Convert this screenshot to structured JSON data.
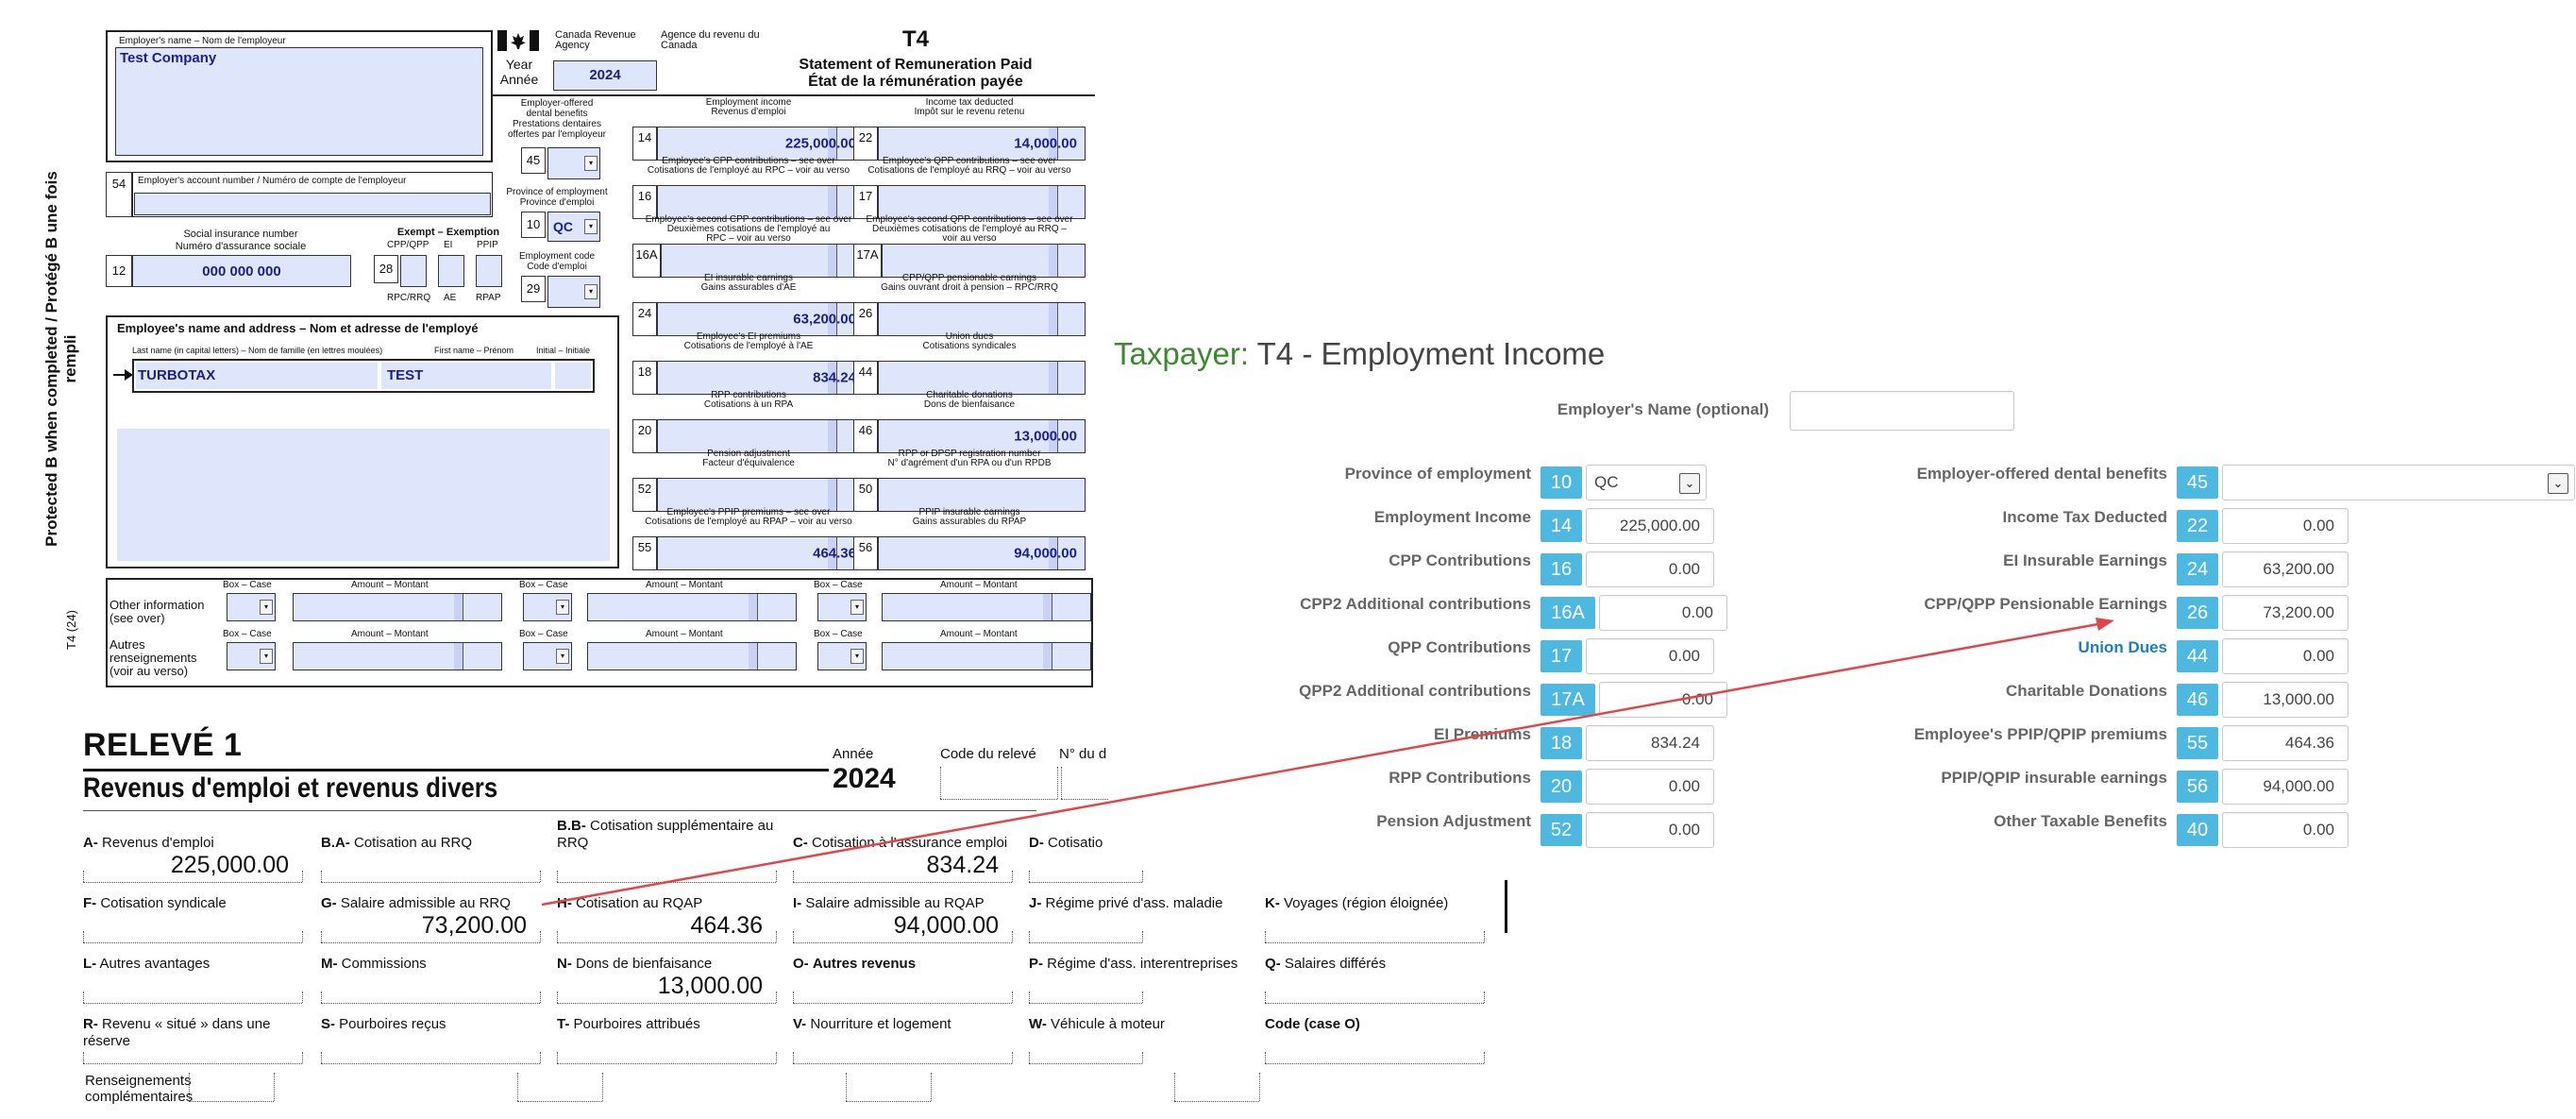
{
  "t4": {
    "employer_name_label": "Employer's name – Nom de l'employeur",
    "employer_name": "Test Company",
    "year_label_en": "Year",
    "year_label_fr": "Année",
    "year": "2024",
    "agency_en": "Canada Revenue Agency",
    "agency_fr": "Agence du revenu du Canada",
    "form_code": "T4",
    "title_en": "Statement of Remuneration Paid",
    "title_fr": "État de la rémunération payée",
    "vertical_text": "Protected B when completed / Protégé B une fois rempli",
    "form_footer": "T4 (24)",
    "box54_label": "Employer's account number / Numéro de compte de l'employeur",
    "sin_label_en": "Social insurance number",
    "sin_label_fr": "Numéro d'assurance sociale",
    "sin": "000 000 000",
    "exempt_label": "Exempt – Exemption",
    "exempt_cols_top": [
      "CPP/QPP",
      "EI",
      "PPIP"
    ],
    "exempt_cols_bottom": [
      "RPC/RRQ",
      "AE",
      "RPAP"
    ],
    "dental_label": [
      "Employer-offered",
      "dental benefits",
      "Prestations dentaires",
      "offertes par l'employeur"
    ],
    "province_label": [
      "Province of employment",
      "Province d'emploi"
    ],
    "province_value": "QC",
    "empcode_label": [
      "Employment code",
      "Code d'emploi"
    ],
    "employee_block_label": "Employee's name and address – Nom et adresse de l'employé",
    "lastname_label": "Last name (in capital letters) – Nom de famille (en lettres moulées)",
    "firstname_label": "First name – Prénom",
    "initial_label": "Initial – Initiale",
    "lastname": "TURBOTAX",
    "firstname": "TEST",
    "boxes": [
      {
        "num": "14",
        "label": [
          "Employment income",
          "Revenus d'emploi"
        ],
        "value": "225,000.00"
      },
      {
        "num": "22",
        "label": [
          "Income tax deducted",
          "Impôt sur le revenu retenu"
        ],
        "value": "14,000.00"
      },
      {
        "num": "16",
        "label": [
          "Employee's CPP contributions – see over",
          "Cotisations de l'employé au RPC – voir au verso"
        ],
        "value": ""
      },
      {
        "num": "17",
        "label": [
          "Employee's QPP contributions – see over",
          "Cotisations de l'employé au RRQ – voir au verso"
        ],
        "value": ""
      },
      {
        "num": "16A",
        "label": [
          "Employee's second CPP contributions – see over",
          "Deuxièmes cotisations de l'employé au",
          "RPC – voir au verso"
        ],
        "value": ""
      },
      {
        "num": "17A",
        "label": [
          "Employee's second QPP contributions – see over",
          "Deuxièmes cotisations de l'employé au RRQ –",
          "voir au verso"
        ],
        "value": ""
      },
      {
        "num": "24",
        "label": [
          "EI insurable earnings",
          "Gains assurables d'AE"
        ],
        "value": "63,200.00"
      },
      {
        "num": "26",
        "label": [
          "CPP/QPP pensionable earnings",
          "Gains ouvrant droit à pension – RPC/RRQ"
        ],
        "value": ""
      },
      {
        "num": "18",
        "label": [
          "Employee's EI premiums",
          "Cotisations de l'employé à l'AE"
        ],
        "value": "834.24"
      },
      {
        "num": "44",
        "label": [
          "Union dues",
          "Cotisations syndicales"
        ],
        "value": ""
      },
      {
        "num": "20",
        "label": [
          "RPP contributions",
          "Cotisations à un RPA"
        ],
        "value": ""
      },
      {
        "num": "46",
        "label": [
          "Charitable donations",
          "Dons de bienfaisance"
        ],
        "value": "13,000.00"
      },
      {
        "num": "52",
        "label": [
          "Pension adjustment",
          "Facteur d'équivalence"
        ],
        "value": ""
      },
      {
        "num": "50",
        "label": [
          "RPP or DPSP registration number",
          "N° d'agrément d'un RPA ou d'un RPDB"
        ],
        "value": ""
      },
      {
        "num": "55",
        "label": [
          "Employee's PPIP premiums – see over",
          "Cotisations de l'employé au RPAP – voir au verso"
        ],
        "value": "464.36"
      },
      {
        "num": "56",
        "label": [
          "PPIP insurable earnings",
          "Gains assurables du RPAP"
        ],
        "value": "94,000.00"
      }
    ],
    "other_info_label": [
      "Other information",
      "(see over)"
    ],
    "autres_label": [
      "Autres",
      "renseignements",
      "(voir au verso)"
    ],
    "box_case": "Box – Case",
    "amount_montant": "Amount – Montant",
    "amount_montant2": "Amount – Montant"
  },
  "releve": {
    "title": "RELEVÉ 1",
    "subtitle": "Revenus d'emploi et revenus divers",
    "annee_label": "Année",
    "annee": "2024",
    "code_label": "Code du relevé",
    "no_label": "N° du d",
    "cells": [
      {
        "code": "A-",
        "label": "Revenus d'emploi",
        "value": "225,000.00"
      },
      {
        "code": "B.A-",
        "label": "Cotisation au RRQ",
        "value": ""
      },
      {
        "code": "B.B-",
        "label": "Cotisation supplémentaire au RRQ",
        "value": ""
      },
      {
        "code": "C-",
        "label": "Cotisation à l'assurance emploi",
        "value": "834.24"
      },
      {
        "code": "D-",
        "label": "Cotisatio",
        "value": ""
      },
      {
        "code": "F-",
        "label": "Cotisation syndicale",
        "value": ""
      },
      {
        "code": "G-",
        "label": "Salaire admissible au RRQ",
        "value": "73,200.00"
      },
      {
        "code": "H-",
        "label": "Cotisation au RQAP",
        "value": "464.36"
      },
      {
        "code": "I-",
        "label": "Salaire admissible au RQAP",
        "value": "94,000.00"
      },
      {
        "code": "J-",
        "label": "Régime privé d'ass. maladie",
        "value": ""
      },
      {
        "code": "K-",
        "label": "Voyages (région éloignée)",
        "value": ""
      },
      {
        "code": "L-",
        "label": "Autres avantages",
        "value": ""
      },
      {
        "code": "M-",
        "label": "Commissions",
        "value": ""
      },
      {
        "code": "N-",
        "label": "Dons de bienfaisance",
        "value": "13,000.00"
      },
      {
        "code": "O-",
        "label": "Autres revenus",
        "value": ""
      },
      {
        "code": "P-",
        "label": "Régime d'ass. interentreprises",
        "value": ""
      },
      {
        "code": "Q-",
        "label": "Salaires différés",
        "value": ""
      },
      {
        "code": "R-",
        "label": "Revenu « situé » dans une réserve",
        "value": ""
      },
      {
        "code": "S-",
        "label": "Pourboires reçus",
        "value": ""
      },
      {
        "code": "T-",
        "label": "Pourboires attribués",
        "value": ""
      },
      {
        "code": "V-",
        "label": "Nourriture et logement",
        "value": ""
      },
      {
        "code": "W-",
        "label": "Véhicule à moteur",
        "value": ""
      },
      {
        "code": "",
        "label": "Code (case O)",
        "value": ""
      }
    ],
    "renseignements": [
      "Renseignements",
      "complémentaires"
    ]
  },
  "panel": {
    "title_prefix": "Taxpayer:",
    "title_rest": " T4 - Employment Income",
    "title_color": "#3a8a2e",
    "employer_name_label": "Employer's Name (optional)",
    "employer_name_value": "",
    "badge_color": "#4db8e0",
    "left_rows": [
      {
        "label": "Province of employment",
        "box": "10",
        "value": "QC",
        "kind": "select"
      },
      {
        "label": "Employment Income",
        "box": "14",
        "value": "225,000.00"
      },
      {
        "label": "CPP Contributions",
        "box": "16",
        "value": "0.00"
      },
      {
        "label": "CPP2 Additional contributions",
        "box": "16A",
        "value": "0.00"
      },
      {
        "label": "QPP Contributions",
        "box": "17",
        "value": "0.00"
      },
      {
        "label": "QPP2 Additional contributions",
        "box": "17A",
        "value": "0.00"
      },
      {
        "label": "EI Premiums",
        "box": "18",
        "value": "834.24"
      },
      {
        "label": "RPP Contributions",
        "box": "20",
        "value": "0.00"
      },
      {
        "label": "Pension Adjustment",
        "box": "52",
        "value": "0.00"
      }
    ],
    "right_rows": [
      {
        "label": "Employer-offered dental benefits",
        "box": "45",
        "value": "",
        "kind": "select"
      },
      {
        "label": "Income Tax Deducted",
        "box": "22",
        "value": "0.00"
      },
      {
        "label": "EI Insurable Earnings",
        "box": "24",
        "value": "63,200.00"
      },
      {
        "label": "CPP/QPP Pensionable Earnings",
        "box": "26",
        "value": "73,200.00"
      },
      {
        "label": "Union Dues",
        "box": "44",
        "value": "0.00",
        "link": true
      },
      {
        "label": "Charitable Donations",
        "box": "46",
        "value": "13,000.00"
      },
      {
        "label": "Employee's PPIP/QPIP premiums",
        "box": "55",
        "value": "464.36"
      },
      {
        "label": "PPIP/QPIP insurable earnings",
        "box": "56",
        "value": "94,000.00"
      },
      {
        "label": "Other Taxable Benefits",
        "box": "40",
        "value": "0.00"
      }
    ],
    "arrow_color": "#e0474c"
  }
}
